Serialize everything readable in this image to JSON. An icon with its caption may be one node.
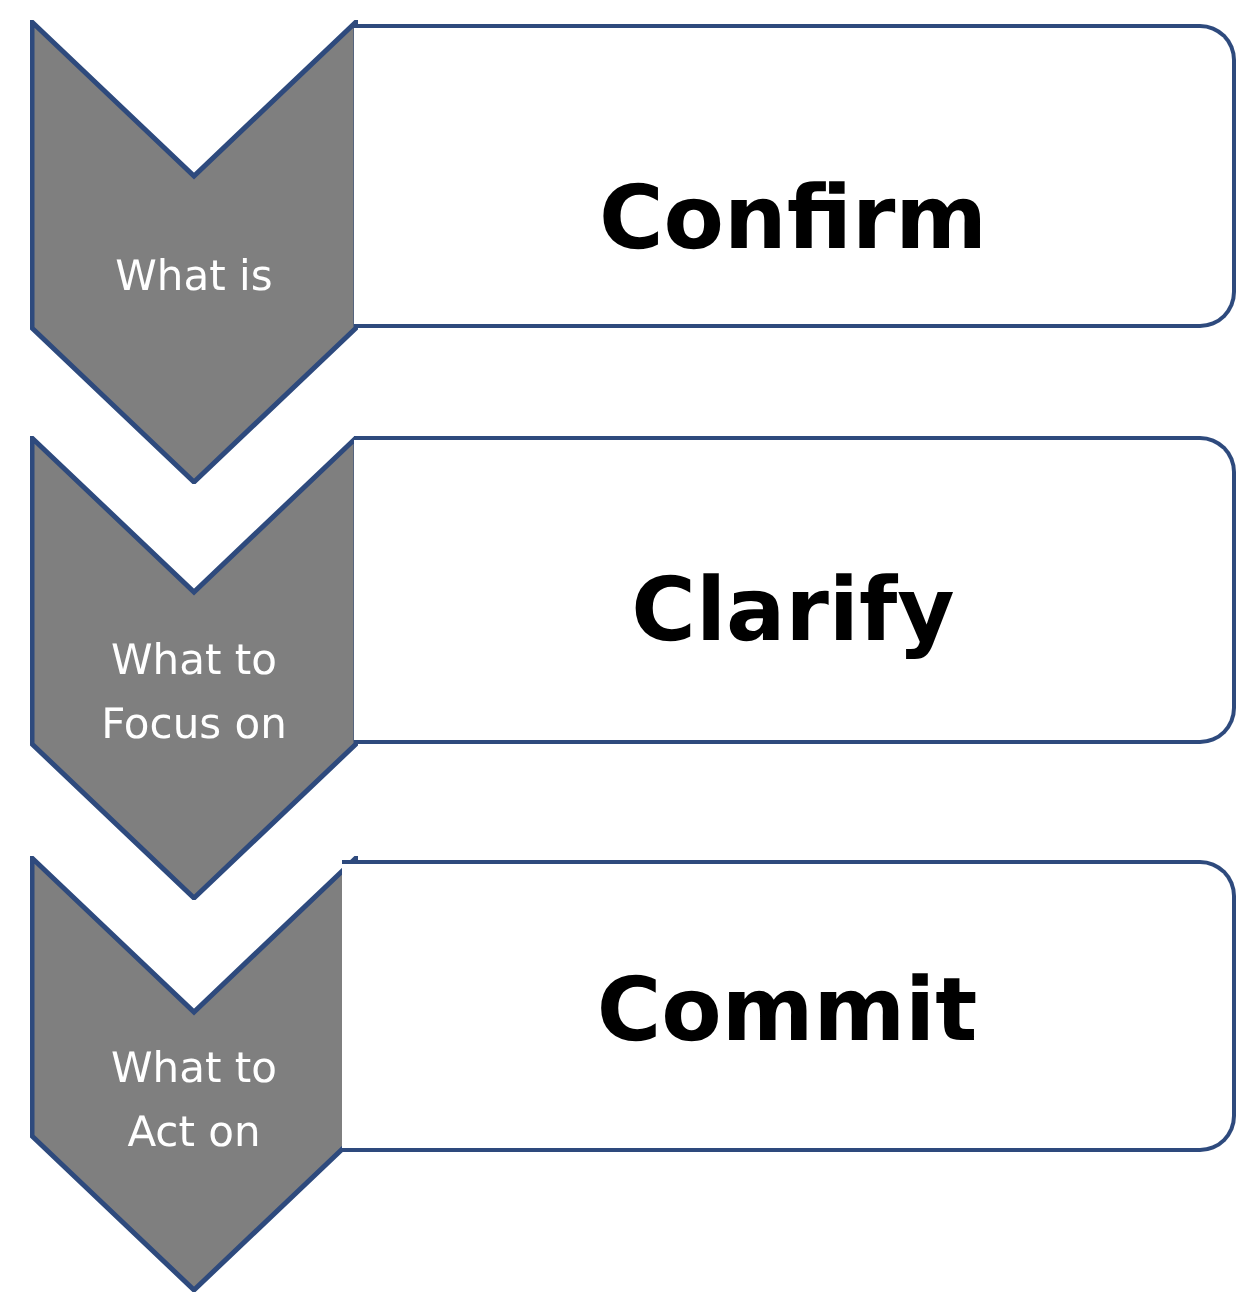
{
  "diagram": {
    "nodes": [
      {
        "text": [
          "What is"
        ]
      },
      {
        "text": [
          "Confirm"
        ]
      },
      {
        "text": [
          "What to Focus on"
        ]
      },
      {
        "text": [
          "Clarify"
        ]
      },
      {
        "text": [
          "What to Act on"
        ]
      },
      {
        "text": [
          "Commit"
        ]
      }
    ]
  }
}
